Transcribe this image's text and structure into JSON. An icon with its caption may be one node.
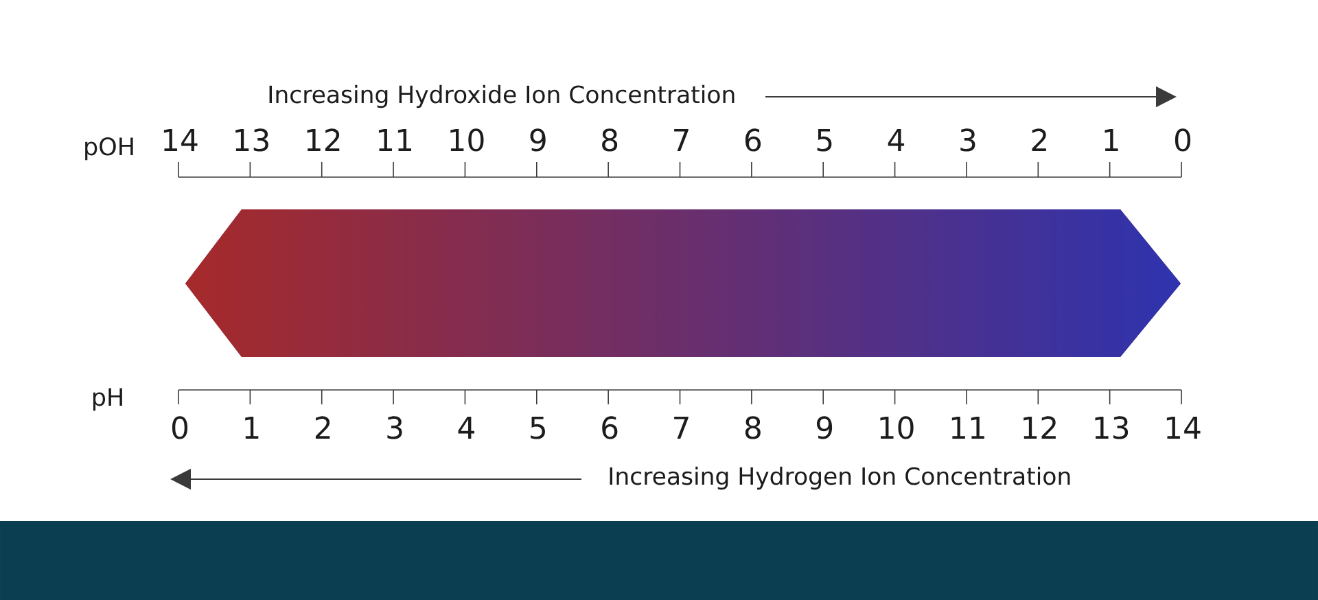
{
  "diagram": {
    "labels": [
      "Increasing Hydroxide Ion Concentration",
      "pOH",
      "14",
      "13",
      "12",
      "11",
      "10",
      "9",
      "8",
      "7",
      "6",
      "5",
      "4",
      "3",
      "2",
      "1",
      "0",
      "pH",
      "0",
      "1",
      "2",
      "3",
      "4",
      "5",
      "6",
      "7",
      "8",
      "9",
      "10",
      "11",
      "12",
      "13",
      "14",
      "Increasing Hydrogen Ion Concentration"
    ]
  }
}
